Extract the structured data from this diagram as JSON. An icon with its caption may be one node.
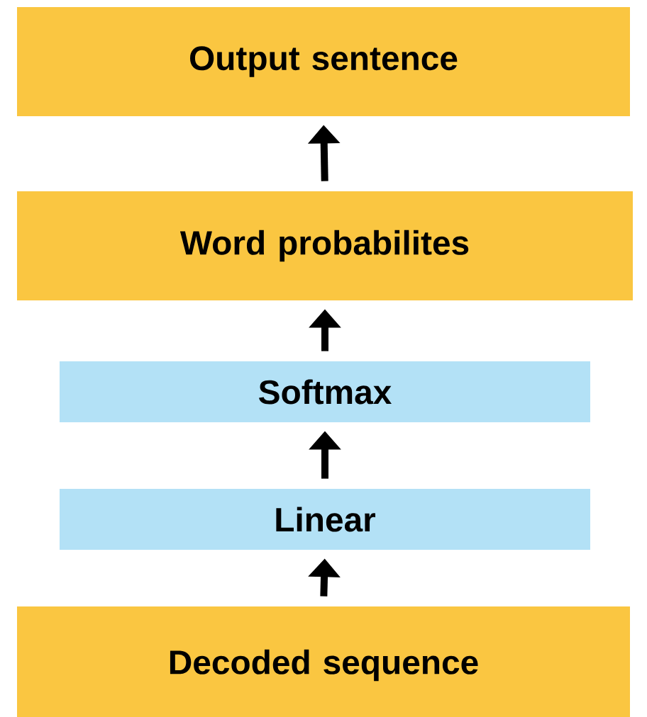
{
  "diagram": {
    "nodes": [
      {
        "text": [
          "Output sentence"
        ]
      },
      {
        "text": [
          "Word probabilites"
        ]
      },
      {
        "text": [
          "Softmax"
        ]
      },
      {
        "text": [
          "Linear"
        ]
      },
      {
        "text": [
          "Decoded sequence"
        ]
      }
    ],
    "edges": [
      {
        "from": 4,
        "to": 3,
        "arrow": "to"
      },
      {
        "from": 3,
        "to": 2,
        "arrow": "to"
      },
      {
        "from": 2,
        "to": 1,
        "arrow": "to"
      },
      {
        "from": 1,
        "to": 0,
        "arrow": "to"
      }
    ]
  }
}
